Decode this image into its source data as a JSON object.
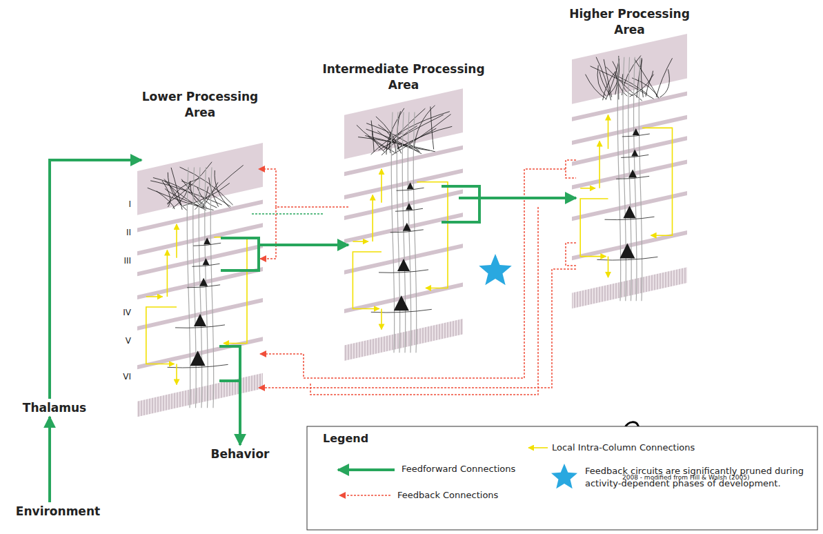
{
  "diagram": {
    "nodes": [
      {
        "text": [
          "Lower Processing Area"
        ]
      },
      {
        "text": [
          "Intermediate Processing Area"
        ]
      },
      {
        "text": [
          "Higher Processing Area"
        ]
      },
      {
        "text": [
          "Thalamus"
        ]
      },
      {
        "text": [
          "Environment"
        ]
      },
      {
        "text": [
          "Behavior"
        ]
      }
    ],
    "edges": [
      {
        "from": 4,
        "to": 3,
        "arrow": "to"
      },
      {
        "from": 3,
        "to": 0,
        "arrow": "to"
      },
      {
        "from": 0,
        "to": 1,
        "arrow": "to"
      },
      {
        "from": 1,
        "to": 2,
        "arrow": "to"
      },
      {
        "from": 0,
        "to": 5,
        "arrow": "to"
      },
      {
        "from": 1,
        "to": 0,
        "arrow": "to"
      },
      {
        "from": 2,
        "to": 0,
        "arrow": "to"
      }
    ],
    "labels": [
      "I",
      "II",
      "III",
      "IV",
      "V",
      "VI",
      "Legend",
      "2008 - modified from Hill & Walsh (2005)"
    ],
    "legend": [
      {
        "text": "Feedforward Connections"
      },
      {
        "text": "Feedback Connections"
      },
      {
        "text": "Local Intra-Column Connections"
      },
      {
        "text": "Feedback circuits are significantly pruned during activity-dependent phases of development."
      }
    ]
  }
}
